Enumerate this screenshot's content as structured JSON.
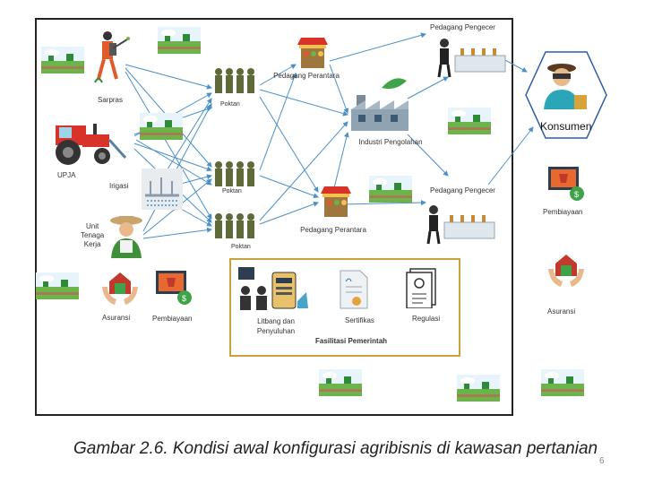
{
  "diagram": {
    "nodes": {
      "sarpras": "Sarpras",
      "upja": "UPJA",
      "irigasi": "Irigasi",
      "tenaga_kerja": "Unit\nTenaga\nKerja",
      "poktan_1": "Poktan",
      "poktan_2": "Poktan",
      "poktan_3": "Poktan",
      "pedagang_perantara_top": "Pedagang Perantara",
      "pedagang_perantara_bottom": "Pedagang Perantara",
      "industri_pengolahan": "Industri Pengolahan",
      "pedagang_pengecer_top": "Pedagang Pengecer",
      "pedagang_pengecer_bottom": "Pedagang Pengecer",
      "konsumen": "Konsumen",
      "asuransi_left": "Asuransi",
      "pembiayaan_left": "Pembiayaan",
      "pembiayaan_right": "Pembiayaan",
      "asuransi_right": "Asuransi"
    },
    "government": {
      "litbang": "Litbang dan\nPenyuluhan",
      "sertifikasi": "Sertifikas",
      "regulasi": "Regulasi",
      "title": "Fasilitasi Pemerintah"
    }
  },
  "caption": "Gambar 2.6. Kondisi awal konfigurasi agribisnis di kawasan pertanian",
  "page_number": "6",
  "colors": {
    "arrow": "#4a90c8",
    "frame": "#222222",
    "gov_border": "#c9a23c",
    "hex": "#2e5aa8"
  }
}
